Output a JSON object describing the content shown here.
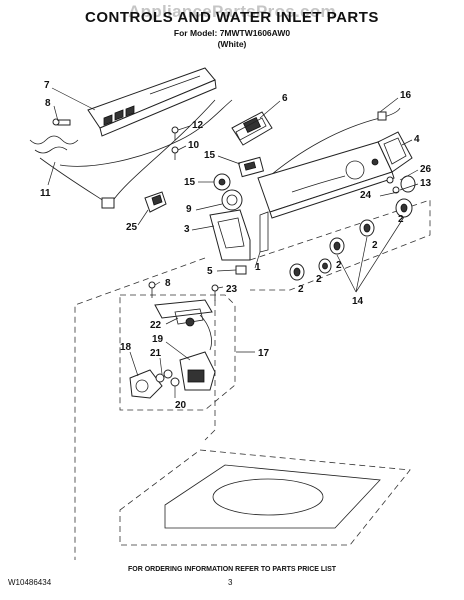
{
  "watermark": "AppliancePartsPros.com",
  "header": {
    "title": "CONTROLS AND WATER INLET PARTS",
    "model_line": "For Model: 7MWTW1606AW0",
    "color_line": "(White)"
  },
  "callouts": [
    "7",
    "8",
    "16",
    "6",
    "12",
    "4",
    "10",
    "15",
    "11",
    "15",
    "26",
    "13",
    "24",
    "9",
    "25",
    "3",
    "2",
    "2",
    "2",
    "5",
    "1",
    "2",
    "2",
    "8",
    "23",
    "14",
    "22",
    "17",
    "18",
    "19",
    "21",
    "20"
  ],
  "footer": {
    "instruction": "FOR ORDERING INFORMATION REFER TO PARTS PRICE LIST",
    "doc_number": "W10486434",
    "page_number": "3"
  }
}
